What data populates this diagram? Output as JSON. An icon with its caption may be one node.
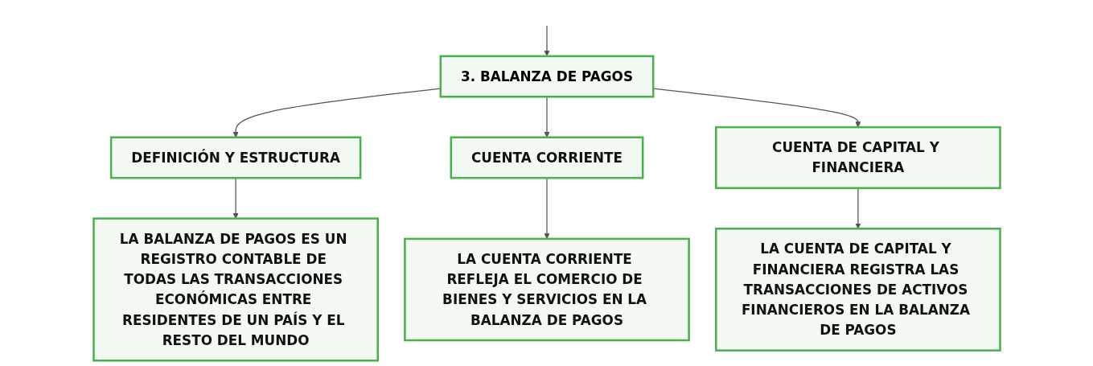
{
  "diagram": {
    "nodes": [
      {
        "text": [
          "3. BALANZA DE PAGOS"
        ]
      },
      {
        "text": [
          "DEFINICIÓN Y ESTRUCTURA"
        ]
      },
      {
        "text": [
          "CUENTA CORRIENTE"
        ]
      },
      {
        "text": [
          "CUENTA DE CAPITAL Y FINANCIERA"
        ]
      },
      {
        "text": [
          "LA BALANZA DE PAGOS ES UN REGISTRO CONTABLE DE TODAS LAS TRANSACCIONES ECONÓMICAS ENTRE RESIDENTES DE UN PAÍS Y EL RESTO DEL MUNDO"
        ]
      },
      {
        "text": [
          "LA CUENTA CORRIENTE REFLEJA EL COMERCIO DE BIENES Y SERVICIOS EN LA BALANZA DE PAGOS"
        ]
      },
      {
        "text": [
          "LA CUENTA DE CAPITAL Y FINANCIERA REGISTRA LAS TRANSACCIONES DE ACTIVOS FINANCIEROS EN LA BALANZA DE PAGOS"
        ]
      }
    ],
    "edges": [
      {
        "from": null,
        "to": 0,
        "arrow": "to"
      },
      {
        "from": 0,
        "to": 1,
        "arrow": "to"
      },
      {
        "from": 0,
        "to": 2,
        "arrow": "to"
      },
      {
        "from": 0,
        "to": 3,
        "arrow": "to"
      },
      {
        "from": 1,
        "to": 4,
        "arrow": "to"
      },
      {
        "from": 2,
        "to": 5,
        "arrow": "to"
      },
      {
        "from": 3,
        "to": 6,
        "arrow": "to"
      }
    ]
  }
}
